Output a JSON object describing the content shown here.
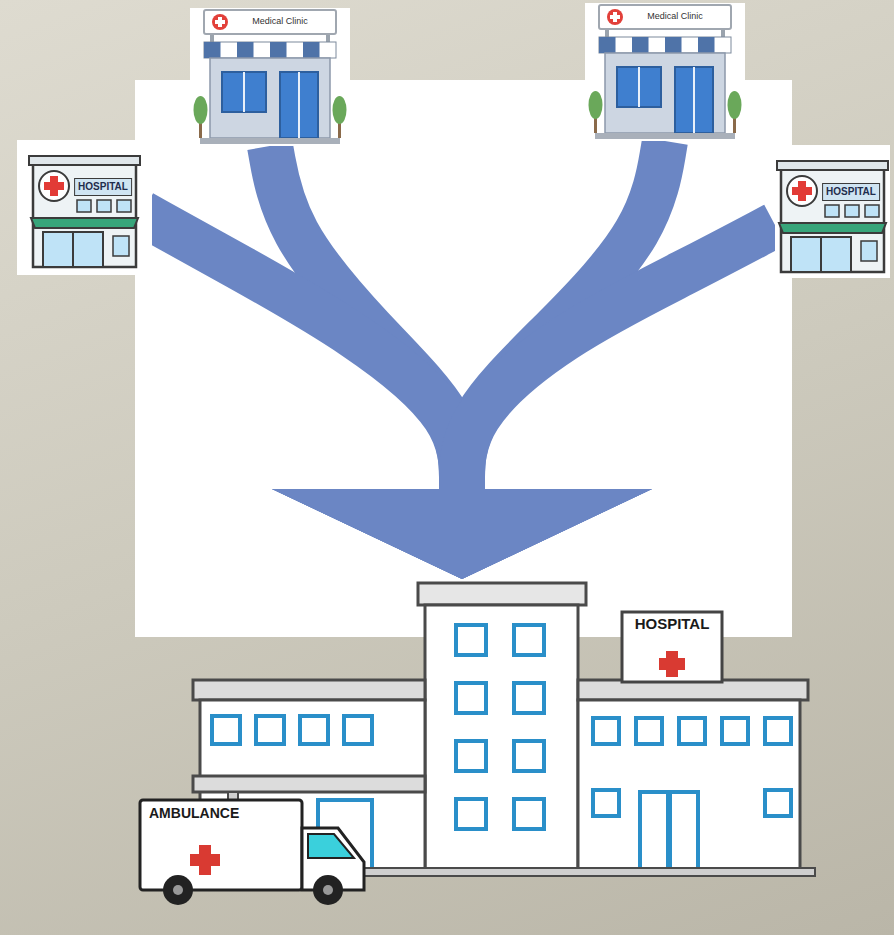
{
  "diagram": {
    "nodes": [
      {
        "text": [
          "Medical Clinic"
        ]
      },
      {
        "text": [
          "Medical Clinic"
        ]
      },
      {
        "text": [
          "HOSPITAL"
        ]
      },
      {
        "text": [
          "HOSPITAL"
        ]
      },
      {
        "text": [
          "HOSPITAL"
        ]
      },
      {
        "text": [
          "AMBULANCE"
        ]
      }
    ],
    "edges": [
      {
        "from": 0,
        "to": 4,
        "arrow": "to"
      },
      {
        "from": 1,
        "to": 4,
        "arrow": "to"
      },
      {
        "from": 2,
        "to": 4,
        "arrow": "to"
      },
      {
        "from": 3,
        "to": 4,
        "arrow": "to"
      }
    ]
  }
}
